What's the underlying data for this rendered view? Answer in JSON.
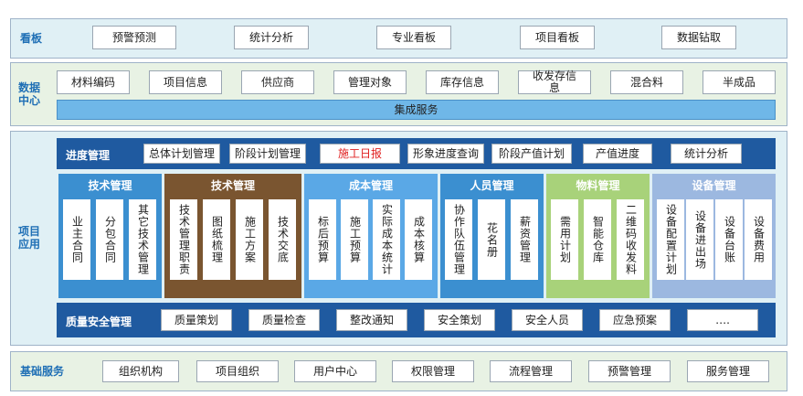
{
  "kanban": {
    "label": "看板",
    "items": [
      "预警预测",
      "统计分析",
      "专业看板",
      "项目看板",
      "数据钻取"
    ]
  },
  "datacenter": {
    "label": "数据中心",
    "items": [
      "材料编码",
      "项目信息",
      "供应商",
      "管理对象",
      "库存信息",
      "收发存信息",
      "混合料",
      "半成品"
    ],
    "integration": "集成服务"
  },
  "app": {
    "label": "项目应用",
    "progress": {
      "title": "进度管理",
      "items": [
        "总体计划管理",
        "阶段计划管理",
        "施工日报",
        "形象进度查询",
        "阶段产值计划",
        "产值进度",
        "统计分析"
      ]
    },
    "modules": [
      {
        "title": "技术管理",
        "items": [
          "业主合同",
          "分包合同",
          "其它技术管理"
        ]
      },
      {
        "title": "技术管理",
        "items": [
          "技术管理职责",
          "图纸梳理",
          "施工方案",
          "技术交底"
        ]
      },
      {
        "title": "成本管理",
        "items": [
          "标后预算",
          "施工预算",
          "实际成本统计",
          "成本核算"
        ]
      },
      {
        "title": "人员管理",
        "items": [
          "协作队伍管理",
          "花名册",
          "薪资管理"
        ]
      },
      {
        "title": "物料管理",
        "items": [
          "需用计划",
          "智能仓库",
          "二维码收发料"
        ]
      },
      {
        "title": "设备管理",
        "items": [
          "设备配置计划",
          "设备进出场",
          "设备台账",
          "设备费用"
        ]
      }
    ],
    "quality": {
      "title": "质量安全管理",
      "items": [
        "质量策划",
        "质量检查",
        "整改通知",
        "安全策划",
        "安全人员",
        "应急预案",
        "…."
      ]
    }
  },
  "base": {
    "label": "基础服务",
    "items": [
      "组织机构",
      "项目组织",
      "用户中心",
      "权限管理",
      "流程管理",
      "预警管理",
      "服务管理"
    ]
  },
  "colors": {
    "row_bg": "#e0f0f5",
    "row_bg_alt": "#e8f2e4",
    "bar": "#1f5aa0",
    "accent_text": "#1f6fb5",
    "highlight": "#e02020",
    "module_colors": [
      "#3b8fd0",
      "#7a5530",
      "#5aa8e6",
      "#3b8fd0",
      "#a8d27a",
      "#9cb8e0"
    ]
  }
}
